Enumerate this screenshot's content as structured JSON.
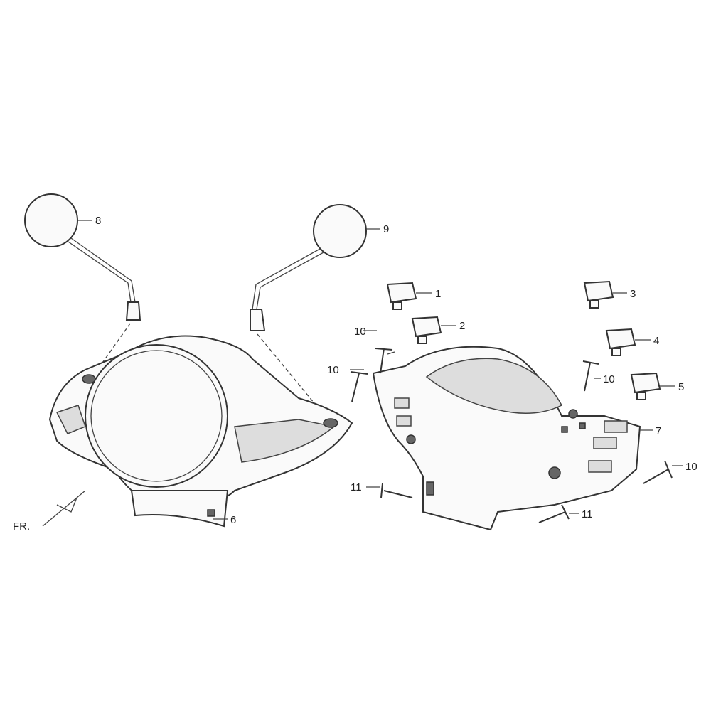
{
  "diagram": {
    "orientation_label": "FR.",
    "callouts": {
      "c1": "1",
      "c2": "2",
      "c3": "3",
      "c4": "4",
      "c5": "5",
      "c6": "6",
      "c7": "7",
      "c8": "8",
      "c9": "9",
      "c10a": "10",
      "c10b": "10",
      "c10c": "10",
      "c10d": "10",
      "c11a": "11",
      "c11b": "11"
    }
  }
}
